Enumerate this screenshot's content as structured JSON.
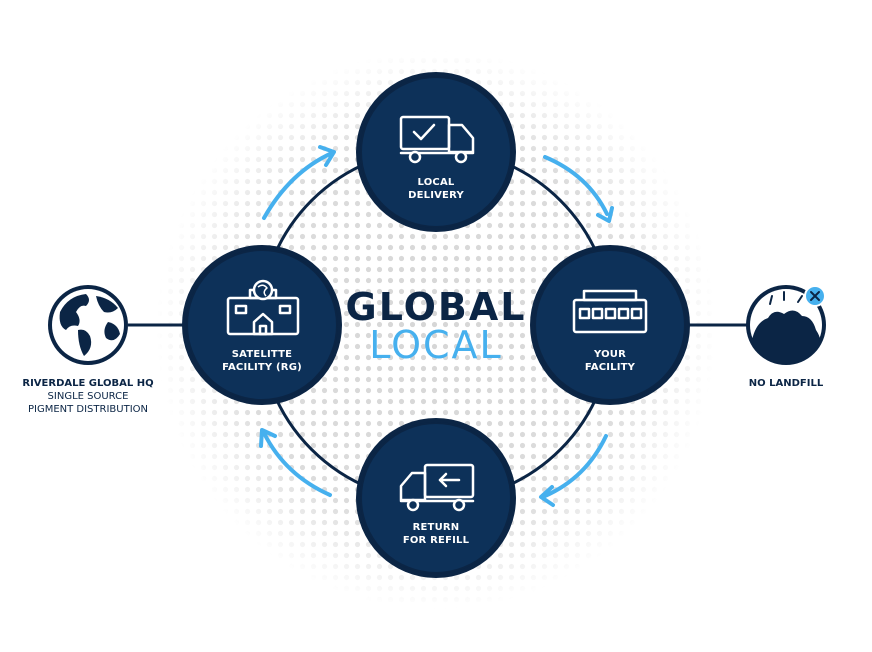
{
  "title": {
    "line1": "GLOBAL",
    "line2": "LOCAL"
  },
  "nodes": {
    "local_delivery": {
      "line1": "LOCAL",
      "line2": "DELIVERY",
      "icon": "delivery-truck-check-icon"
    },
    "your_facility": {
      "line1": "YOUR",
      "line2": "FACILITY",
      "icon": "facility-building-icon"
    },
    "return_refill": {
      "line1": "RETURN",
      "line2": "FOR REFILL",
      "icon": "return-truck-arrow-icon"
    },
    "satellite": {
      "line1": "SATELITTE",
      "line2": "FACILITY (RG)",
      "icon": "satellite-facility-globe-icon"
    }
  },
  "sides": {
    "hq": {
      "line1": "RIVERDALE GLOBAL HQ",
      "line2": "SINGLE SOURCE",
      "line3": "PIGMENT DISTRIBUTION",
      "icon": "globe-icon"
    },
    "landfill": {
      "line1": "NO LANDFILL",
      "icon": "landfill-no-icon"
    }
  },
  "colors": {
    "navy": "#0b2545",
    "circle": "#0d3159",
    "accent": "#46b0ee",
    "dots": "#d9d9d9"
  }
}
